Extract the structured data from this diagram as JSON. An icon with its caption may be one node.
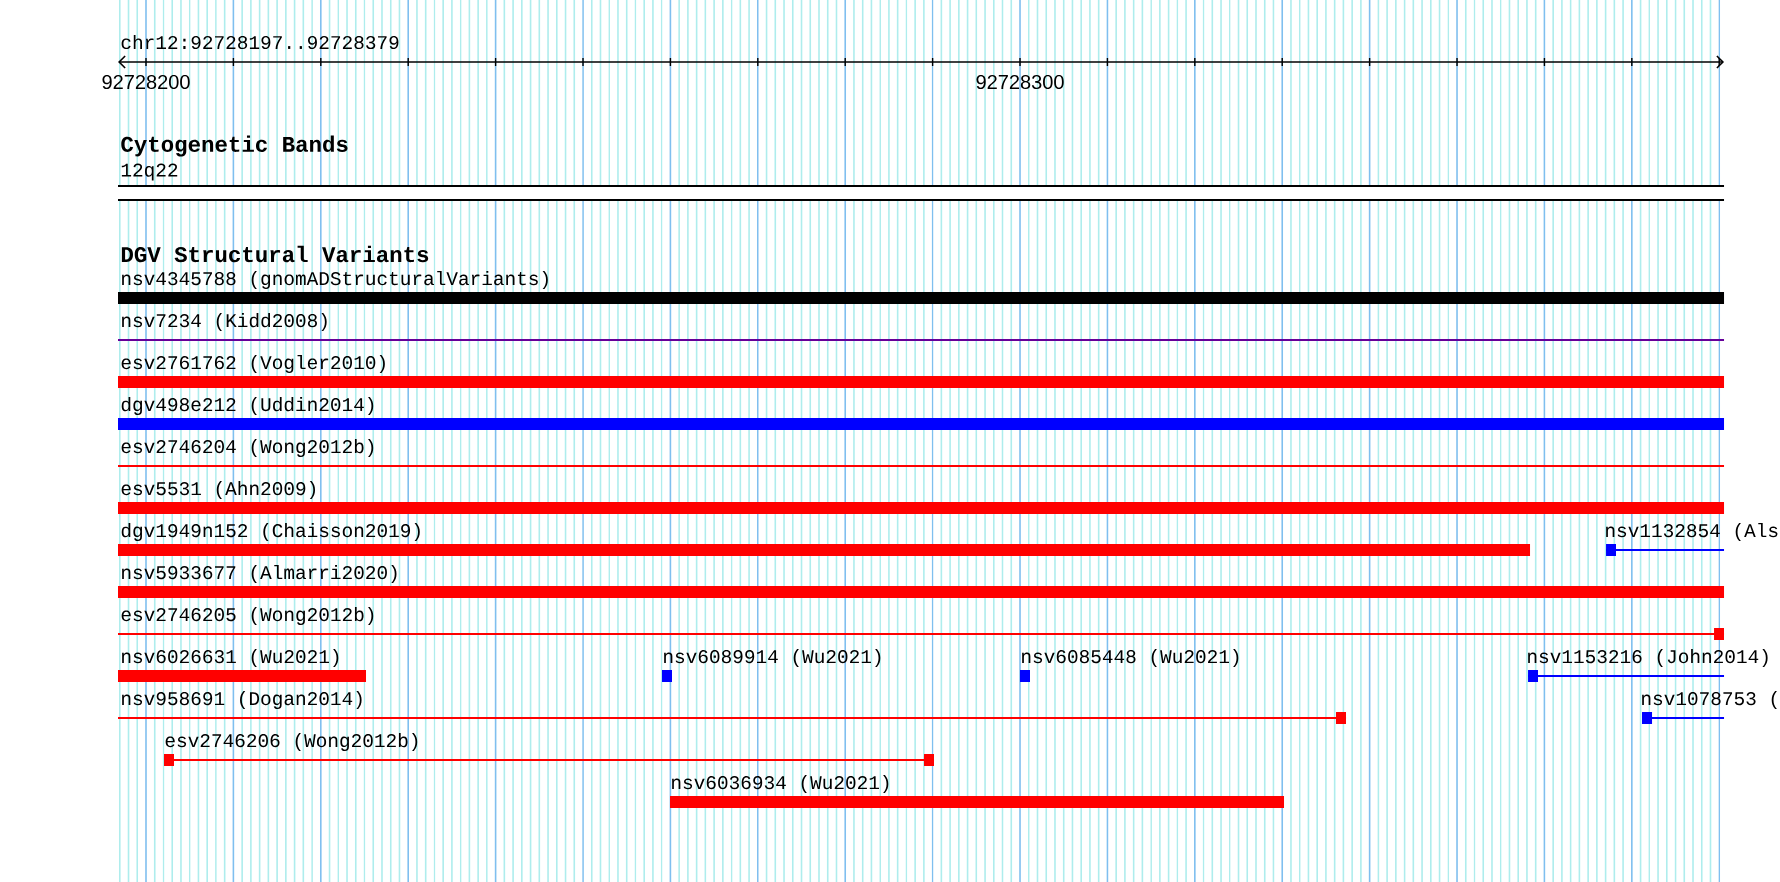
{
  "diagram": {
    "labels": [
      "chr12:92728197..92728379",
      "92728200",
      "92728300",
      "Cytogenetic Bands",
      "12q22",
      "DGV Structural Variants",
      "nsv4345788 (gnomADStructuralVariants)",
      "nsv7234 (Kidd2008)",
      "esv2761762 (Vogler2010)",
      "dgv498e212 (Uddin2014)",
      "esv2746204 (Wong2012b)",
      "esv5531 (Ahn2009)",
      "dgv1949n152 (Chaisson2019)",
      "nsv1132854 (Als",
      "nsv5933677 (Almarri2020)",
      "esv2746205 (Wong2012b)",
      "nsv6026631 (Wu2021)",
      "nsv6089914 (Wu2021)",
      "nsv6085448 (Wu2021)",
      "nsv1153216 (John2014)",
      "nsv958691 (Dogan2014)",
      "nsv1078753 (",
      "esv2746206 (Wong2012b)",
      "nsv6036934 (Wu2021)"
    ]
  }
}
